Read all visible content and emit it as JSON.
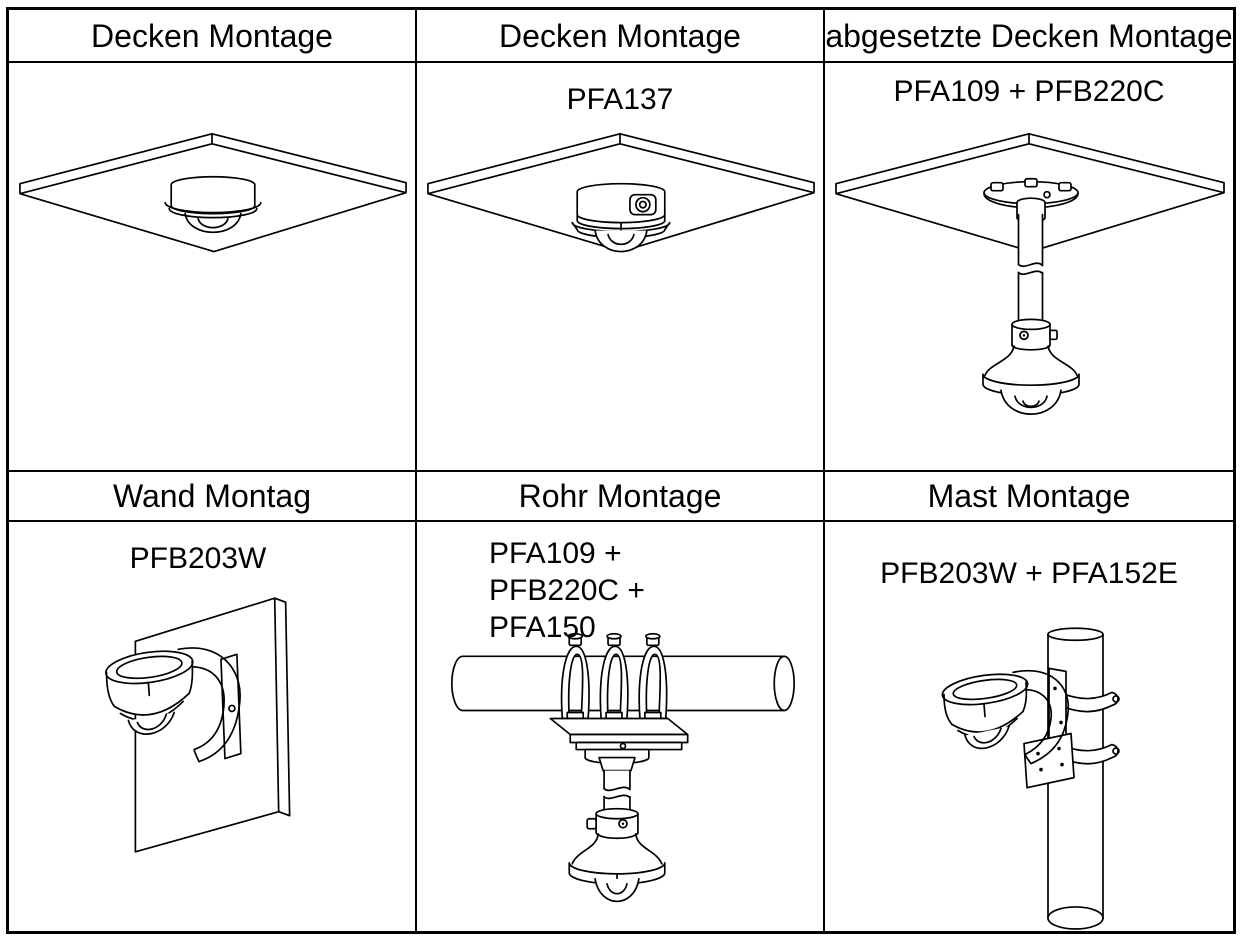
{
  "colors": {
    "ink": "#000000",
    "paper": "#ffffff"
  },
  "table": {
    "columns": 3,
    "cells": [
      {
        "id": "ceiling-direct",
        "header": "Decken Montage",
        "subtitle": "",
        "illustration": "ceiling-panel-mini-dome"
      },
      {
        "id": "ceiling-pfa137",
        "header": "Decken Montage",
        "subtitle": "PFA137",
        "illustration": "ceiling-panel-junction-box-dome"
      },
      {
        "id": "pendant",
        "header": "abgesetzte Decken Montage",
        "subtitle": "PFA109 + PFB220C",
        "illustration": "ceiling-pendant-pipe-dome"
      },
      {
        "id": "wall",
        "header": "Wand Montag",
        "subtitle": "PFB203W",
        "illustration": "wall-bracket-dome"
      },
      {
        "id": "pipe",
        "header": "Rohr Montage",
        "subtitle_lines": [
          "PFA109 +",
          "PFB220C +",
          "PFA150"
        ],
        "illustration": "horizontal-pipe-strap-pendant-dome"
      },
      {
        "id": "mast",
        "header": "Mast Montage",
        "subtitle": "PFB203W + PFA152E",
        "illustration": "pole-strap-bracket-dome"
      }
    ]
  }
}
